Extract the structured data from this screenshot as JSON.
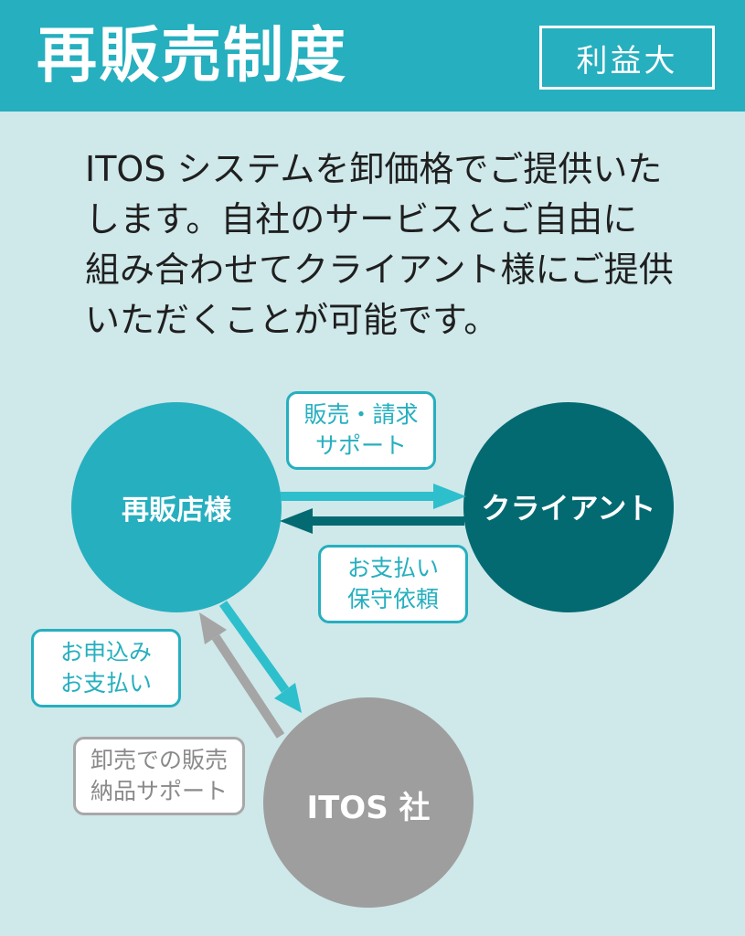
{
  "header": {
    "title": "再販売制度",
    "badge": "利益大"
  },
  "description": {
    "lines": [
      "ITOS システムを卸価格でご提供いた",
      "します。自社のサービスとご自由に",
      "組み合わせてクライアント様にご提供",
      "いただくことが可能です。"
    ]
  },
  "diagram": {
    "nodes": {
      "reseller": "再販店様",
      "client": "クライアント",
      "itos": "ITOS 社"
    },
    "edge_labels": {
      "sales_billing": [
        "販売・請求",
        "サポート"
      ],
      "payment_maintenance": [
        "お支払い",
        "保守依頼"
      ],
      "apply_payment": [
        "お申込み",
        "お支払い"
      ],
      "wholesale_support": [
        "卸売での販売",
        "納品サポート"
      ]
    },
    "colors": {
      "background": "#cfe8ea",
      "header": "#26afbf",
      "reseller": "#26afbf",
      "client": "#036a72",
      "itos": "#9e9e9e",
      "arrow_teal": "#2ebfcc",
      "arrow_dark": "#036a72",
      "arrow_gray": "#a5a5a5"
    }
  }
}
